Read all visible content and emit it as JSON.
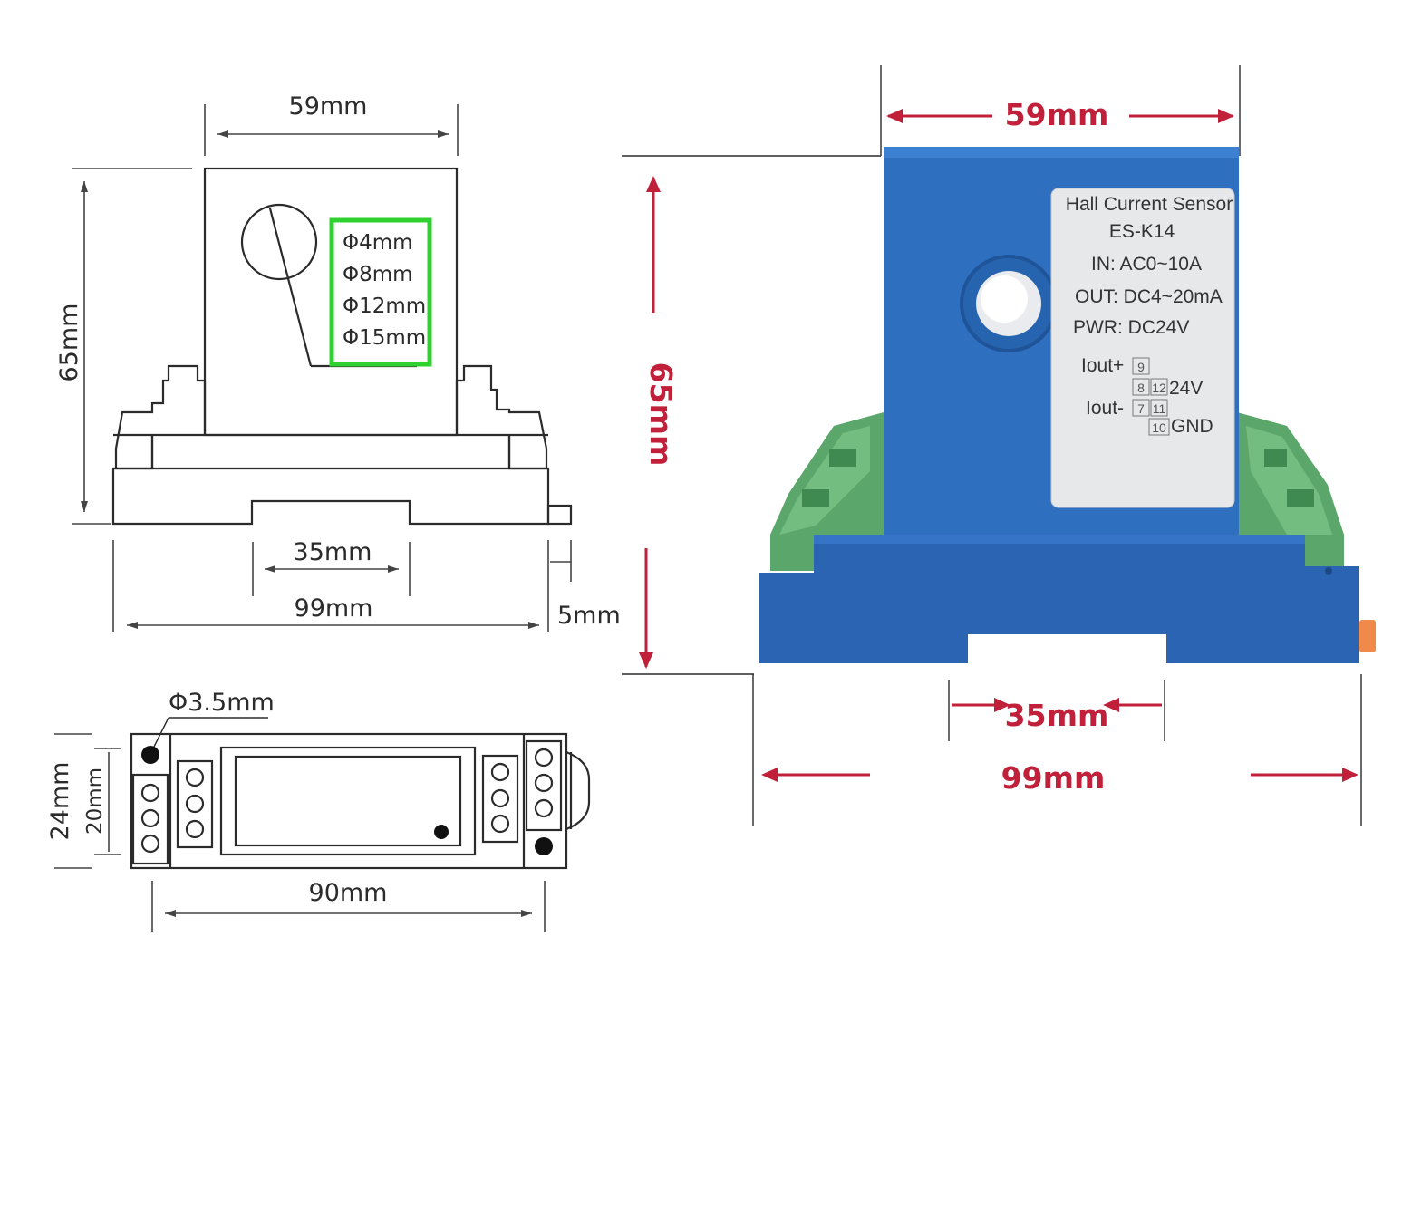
{
  "left_front_view": {
    "width_label": "59mm",
    "height_label": "65mm",
    "base_gap_label": "35mm",
    "base_width_label": "99mm",
    "tab_label": "5mm",
    "aperture_options": [
      "Φ4mm",
      "Φ8mm",
      "Φ12mm",
      "Φ15mm"
    ]
  },
  "left_bottom_view": {
    "hole_label": "Φ3.5mm",
    "outer_height_label": "24mm",
    "inner_height_label": "20mm",
    "length_label": "90mm"
  },
  "photo": {
    "width_label": "59mm",
    "height_label": "65mm",
    "base_gap_label": "35mm",
    "base_width_label": "99mm",
    "sticker": {
      "title": "Hall Current Sensor",
      "model": "ES-K14",
      "input": "IN: AC0~10A",
      "output": "OUT: DC4~20mA",
      "power": "PWR: DC24V",
      "iout_plus": "Iout+",
      "iout_minus": "Iout-",
      "pin9": "9",
      "pin8": "8",
      "pin12": "12",
      "pin7": "7",
      "pin11": "11",
      "pin10": "10",
      "v24": "24V",
      "gnd": "GND"
    }
  },
  "colors": {
    "housing_blue": "#2f6fc0",
    "terminal_green": "#5ba66a",
    "dimension_red": "#c0203a",
    "highlight_green": "#2fd12f",
    "release_tab_orange": "#f08a4b"
  }
}
